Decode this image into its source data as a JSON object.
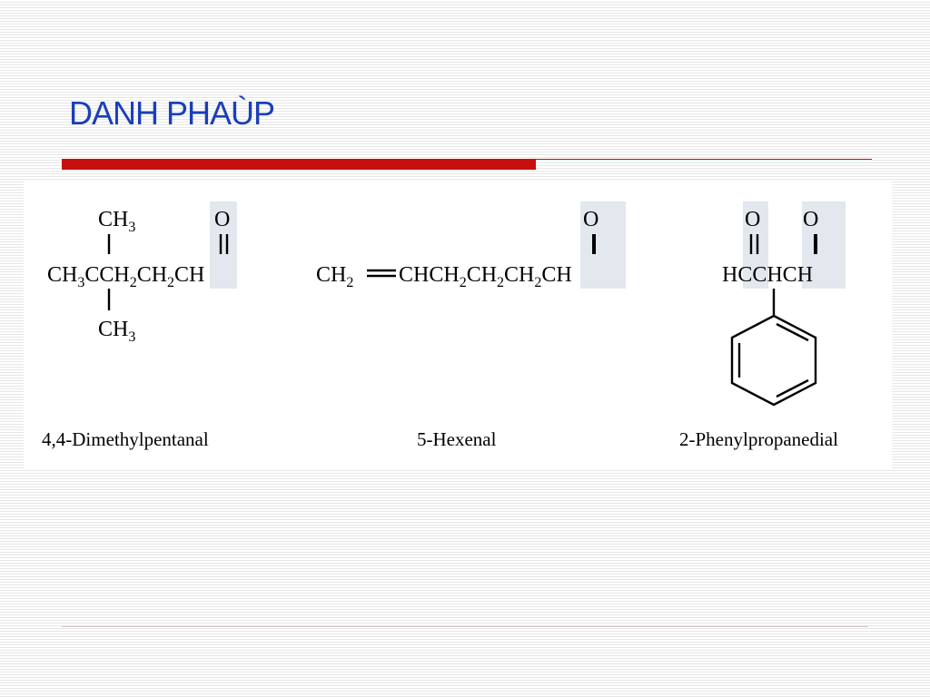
{
  "slide": {
    "title": "DANH PHAÙP"
  },
  "compounds": [
    {
      "name": "4,4-Dimethylpentanal",
      "top_group": "CH",
      "top_sub": "3",
      "bottom_group": "CH",
      "bottom_sub": "3",
      "carbonyl_o": "O",
      "chain": [
        "CH",
        "3",
        "CCH",
        "2",
        "CH",
        "2",
        "CH"
      ]
    },
    {
      "name": "5-Hexenal",
      "carbonyl_o": "O",
      "chain_left": [
        "CH",
        "2"
      ],
      "chain_right": [
        "CHCH",
        "2",
        "CH",
        "2",
        "CH",
        "2",
        "CH"
      ]
    },
    {
      "name": "2-Phenylpropanedial",
      "carbonyl_o1": "O",
      "carbonyl_o2": "O",
      "chain": "HCCHCH"
    }
  ]
}
